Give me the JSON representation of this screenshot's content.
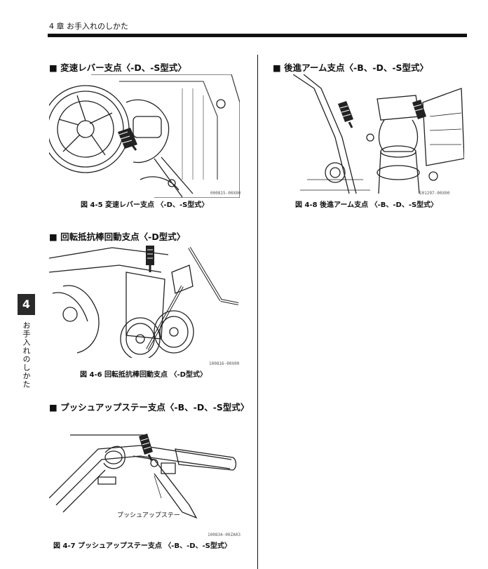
{
  "header": {
    "chapter": "4 章 お手入れのしかた"
  },
  "side_tab": {
    "number": "4",
    "label": "お手入れのしかた"
  },
  "sections": [
    {
      "title": "■ 変速レバー支点〈-D、-S型式〉",
      "caption": "図 4-5 変速レバー支点 〈-D、-S型式〉",
      "code": "000815-00X00"
    },
    {
      "title": "■ 回転抵抗棒回動支点〈-D型式〉",
      "caption": "図 4-6 回転抵抗棒回動支点 〈-D型式〉",
      "code": "100816-00X00"
    },
    {
      "title": "■ プッシュアップステー支点〈-B、-D、-S型式〉",
      "caption": "図 4-7 プッシュアップステー支点 〈-B、-D、-S型式〉",
      "code": "100834-00ZA03",
      "callout": "プッシュアップステー"
    },
    {
      "title": "■ 後進アーム支点〈-B、-D、-S型式〉",
      "caption": "図 4-8 後進アーム支点 〈-B、-D、-S型式〉",
      "code": "101297-00X00"
    }
  ]
}
